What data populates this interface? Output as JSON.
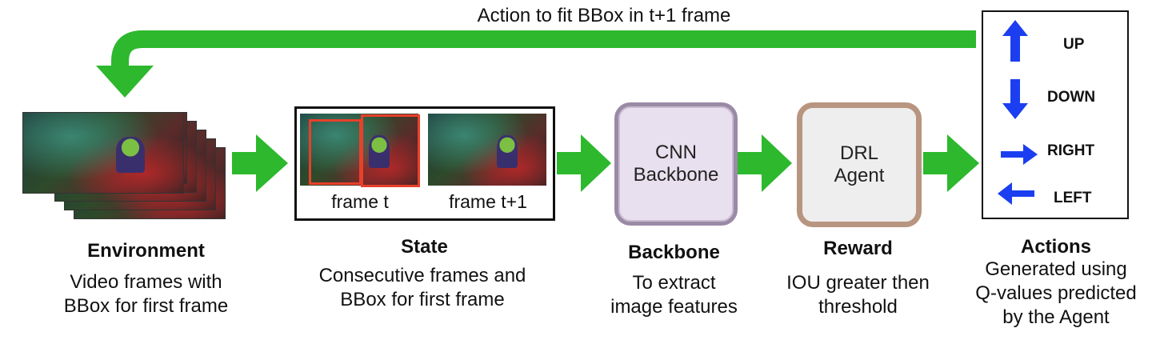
{
  "top_arrow_label": "Action to fit BBox in t+1 frame",
  "environment": {
    "title": "Environment",
    "desc_line1": "Video frames with",
    "desc_line2": "BBox for first frame"
  },
  "state": {
    "frame_t_label": "frame t",
    "frame_t1_label": "frame t+1",
    "title": "State",
    "desc_line1": "Consecutive frames and",
    "desc_line2": "BBox for first frame"
  },
  "backbone": {
    "box_line1": "CNN",
    "box_line2": "Backbone",
    "title": "Backbone",
    "desc_line1": "To extract",
    "desc_line2": "image features"
  },
  "reward": {
    "box_line1": "DRL",
    "box_line2": "Agent",
    "title": "Reward",
    "desc_line1": "IOU greater then",
    "desc_line2": "threshold"
  },
  "actions": {
    "items": [
      {
        "label": "UP",
        "icon": "arrow-up-icon"
      },
      {
        "label": "DOWN",
        "icon": "arrow-down-icon"
      },
      {
        "label": "RIGHT",
        "icon": "arrow-right-icon"
      },
      {
        "label": "LEFT",
        "icon": "arrow-left-icon"
      }
    ],
    "title": "Actions",
    "desc_line1": "Generated using",
    "desc_line2": "Q-values predicted",
    "desc_line3": "by the Agent"
  },
  "colors": {
    "flow_arrow": "#2db82d",
    "action_arrow": "#1b3ff0",
    "bbox": "#e8402a",
    "cnn_fill": "#e8e0ee",
    "cnn_border": "#9a8aa6",
    "drl_fill": "#eeeeee",
    "drl_border": "#b89580"
  }
}
